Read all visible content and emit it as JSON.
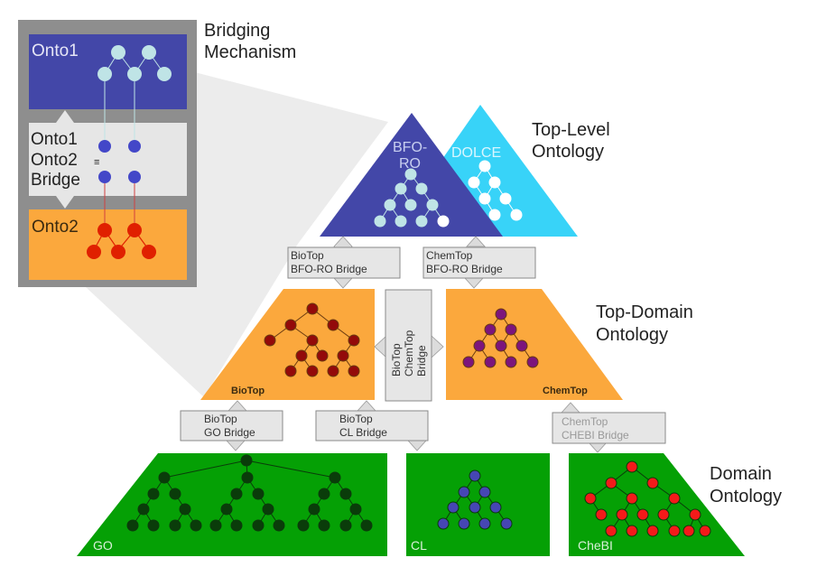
{
  "bridging": {
    "title_line1": "Bridging",
    "title_line2": "Mechanism",
    "onto1": "Onto1",
    "bridge_line1": "Onto1",
    "bridge_line2": "Onto2",
    "bridge_line3": "Bridge",
    "equiv_symbol": "≡",
    "onto2": "Onto2"
  },
  "levels": {
    "top_level": {
      "line1": "Top-Level",
      "line2": "Ontology"
    },
    "top_domain": {
      "line1": "Top-Domain",
      "line2": "Ontology"
    },
    "domain": {
      "line1": "Domain",
      "line2": "Ontology"
    }
  },
  "ontologies": {
    "bfo_line1": "BFO-",
    "bfo_line2": "RO",
    "dolce": "DOLCE",
    "biotop": "BioTop",
    "chemtop": "ChemTop",
    "go": "GO",
    "cl": "CL",
    "chebi": "CheBI"
  },
  "bridges": {
    "biotop_bforo": {
      "line1": "BioTop",
      "line2": "BFO-RO Bridge"
    },
    "chemtop_bforo": {
      "line1": "ChemTop",
      "line2": "BFO-RO Bridge"
    },
    "biotop_chemtop": {
      "line1": "BioTop",
      "line2": "ChemTop",
      "line3": "Bridge"
    },
    "biotop_go": {
      "line1": "BioTop",
      "line2": "GO Bridge"
    },
    "biotop_cl": {
      "line1": "BioTop",
      "line2": "CL Bridge"
    },
    "chemtop_chebi": {
      "line1": "ChemTop",
      "line2": "CHEBI Bridge"
    }
  },
  "colors": {
    "bfo": "#4347a8",
    "dolce": "#38d3f8",
    "top_domain": "#fba83d",
    "domain": "#05a005",
    "bridge_box": "#e6e6e6",
    "frame_gray": "#8e8e8e",
    "projection_gray": "#ececec",
    "light_node": "#bfe4e6",
    "biotop_node": "#930a0a",
    "chemtop_node": "#7c157c",
    "go_node": "#0a3c0a",
    "cl_node": "#4646b4",
    "chebi_node": "#f41a1a",
    "onto2_node": "#e02000"
  }
}
